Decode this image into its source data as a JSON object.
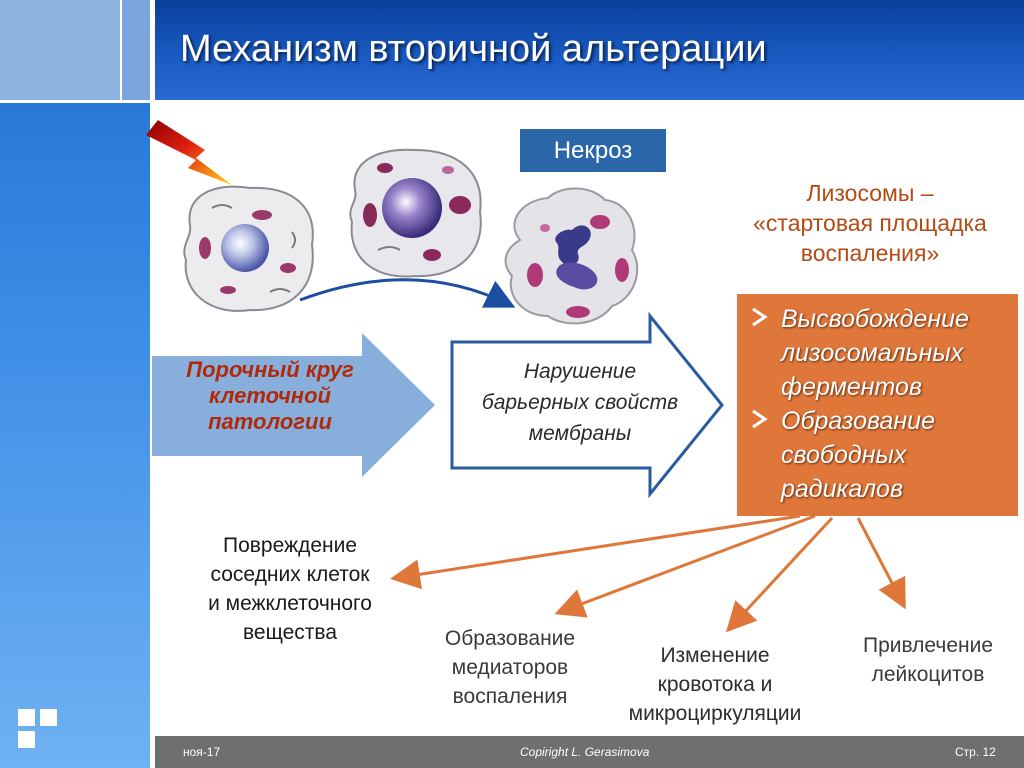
{
  "title": "Механизм вторичной альтерации",
  "necrosis_label": "Некроз",
  "lysosomes_caption": [
    "Лизосомы –",
    "«стартовая площадка",
    "воспаления»"
  ],
  "mechanisms": [
    "Высвобождение лизосомальных ферментов",
    "Образование свободных радикалов"
  ],
  "mechanisms_lines": [
    [
      "Высвобождение",
      "лизосомальных",
      "ферментов"
    ],
    [
      "Образование",
      "свободных",
      "радикалов"
    ]
  ],
  "vicious_circle": [
    "Порочный круг",
    "клеточной",
    "патологии"
  ],
  "membrane_barrier": [
    "Нарушение",
    "барьерных свойств",
    "мембраны"
  ],
  "consequences": [
    [
      "Повреждение",
      "соседних клеток",
      "и межклеточного",
      "вещества"
    ],
    [
      "Образование",
      "медиаторов",
      "воспаления"
    ],
    [
      "Изменение",
      "кровотока и",
      "микроциркуляции"
    ],
    [
      "Привлечение",
      "лейкоцитов"
    ]
  ],
  "footer": {
    "date": "ноя-17",
    "copyright": "Copiright L. Gerasimova",
    "page": "Стр. 12"
  },
  "icons": [
    "lightning-bolt-icon",
    "square-logo-icon",
    "bullet-arrow-icon"
  ],
  "colors": {
    "header": "#1b5cc4",
    "sidebar": "#3f8ee6",
    "orange": "#e0773a",
    "necrosis_box": "#2a66a8",
    "lysosome_text": "#b44a14",
    "vicious_text": "#b02a0a"
  }
}
